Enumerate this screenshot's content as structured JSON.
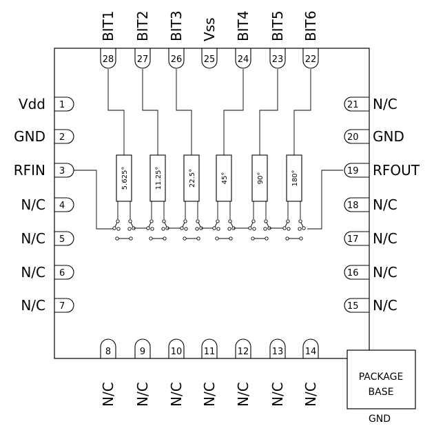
{
  "left_pins": [
    {
      "num": "1",
      "name": "Vdd"
    },
    {
      "num": "2",
      "name": "GND"
    },
    {
      "num": "3",
      "name": "RFIN"
    },
    {
      "num": "4",
      "name": "N/C"
    },
    {
      "num": "5",
      "name": "N/C"
    },
    {
      "num": "6",
      "name": "N/C"
    },
    {
      "num": "7",
      "name": "N/C"
    }
  ],
  "right_pins": [
    {
      "num": "21",
      "name": "N/C"
    },
    {
      "num": "20",
      "name": "GND"
    },
    {
      "num": "19",
      "name": "RFOUT"
    },
    {
      "num": "18",
      "name": "N/C"
    },
    {
      "num": "17",
      "name": "N/C"
    },
    {
      "num": "16",
      "name": "N/C"
    },
    {
      "num": "15",
      "name": "N/C"
    }
  ],
  "top_pins": [
    {
      "num": "28",
      "name": "BIT1"
    },
    {
      "num": "27",
      "name": "BIT2"
    },
    {
      "num": "26",
      "name": "BIT3"
    },
    {
      "num": "25",
      "name": "Vss"
    },
    {
      "num": "24",
      "name": "BIT4"
    },
    {
      "num": "23",
      "name": "BIT5"
    },
    {
      "num": "22",
      "name": "BIT6"
    }
  ],
  "bottom_pins": [
    {
      "num": "8",
      "name": "N/C"
    },
    {
      "num": "9",
      "name": "N/C"
    },
    {
      "num": "10",
      "name": "N/C"
    },
    {
      "num": "11",
      "name": "N/C"
    },
    {
      "num": "12",
      "name": "N/C"
    },
    {
      "num": "13",
      "name": "N/C"
    },
    {
      "num": "14",
      "name": "N/C"
    }
  ],
  "phase_cells": [
    "5.625°",
    "11.25°",
    "22.5°",
    "45°",
    "90°",
    "180°"
  ],
  "package_base": {
    "line1": "PACKAGE",
    "line2": "BASE",
    "gnd": "GND"
  }
}
